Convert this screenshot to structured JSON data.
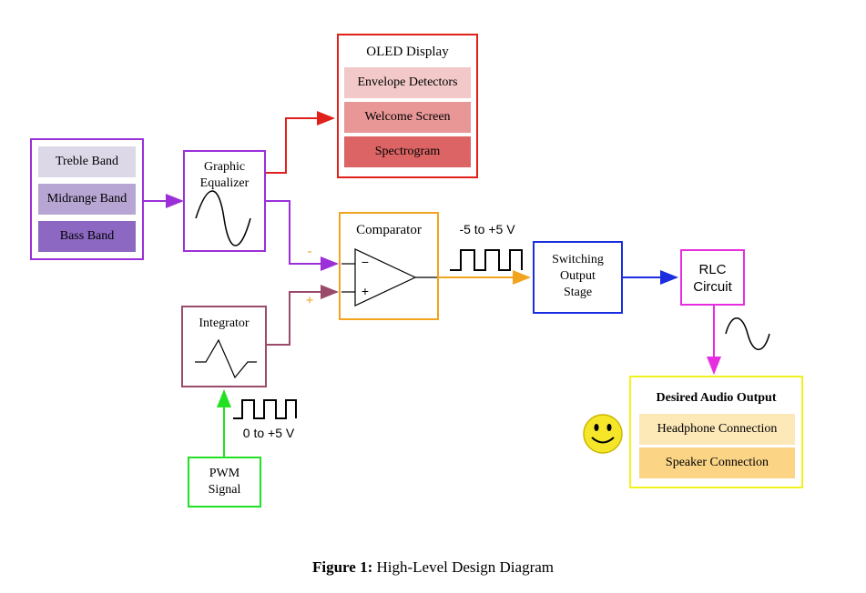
{
  "bands_box": {
    "items": [
      "Treble Band",
      "Midrange Band",
      "Bass Band"
    ]
  },
  "equalizer": {
    "label": "Graphic\nEqualizer"
  },
  "oled": {
    "title": "OLED Display",
    "items": [
      "Envelope Detectors",
      "Welcome Screen",
      "Spectrogram"
    ]
  },
  "comparator": {
    "label": "Comparator",
    "minus_input": "−",
    "plus_input": "+",
    "minus_mark": "-",
    "plus_mark": "+"
  },
  "comparator_output_label": "-5 to +5 V",
  "switching": {
    "label": "Switching\nOutput\nStage"
  },
  "rlc": {
    "label": "RLC\nCircuit"
  },
  "integrator": {
    "label": "Integrator"
  },
  "pwm": {
    "label": "PWM\nSignal",
    "level_label": "0 to +5 V"
  },
  "audio_output": {
    "title": "Desired Audio Output",
    "items": [
      "Headphone Connection",
      "Speaker Connection"
    ]
  },
  "caption": {
    "prefix": "Figure 1:",
    "text": " High-Level Design Diagram"
  },
  "colors": {
    "bands": "#9b30d9",
    "oled": "#e0201b",
    "comparator": "#f2a31f",
    "switching": "#1a2ee0",
    "rlc": "#e62ee0",
    "integrator": "#9a4a6a",
    "pwm": "#22e022",
    "audio": "#f2f21f",
    "smiley": "#f5e62a"
  }
}
